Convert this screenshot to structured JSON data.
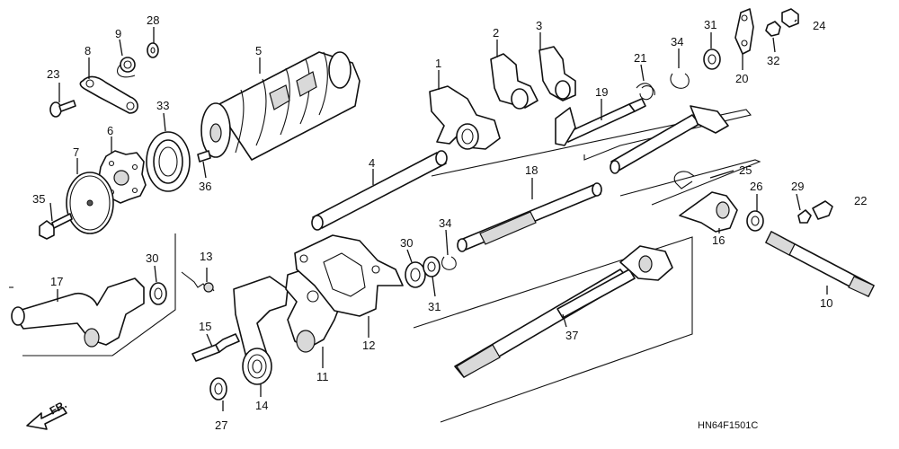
{
  "diagram_code": "HN64F1501C",
  "direction_label": "FR.",
  "callouts": {
    "c1": "1",
    "c2": "2",
    "c3": "3",
    "c4": "4",
    "c5": "5",
    "c6": "6",
    "c7": "7",
    "c8": "8",
    "c9": "9",
    "c10": "10",
    "c11": "11",
    "c12": "12",
    "c13": "13",
    "c14": "14",
    "c15": "15",
    "c16": "16",
    "c17": "17",
    "c18": "18",
    "c19": "19",
    "c20": "20",
    "c21": "21",
    "c22": "22",
    "c23": "23",
    "c24": "24",
    "c25": "25",
    "c26": "26",
    "c27": "27",
    "c28": "28",
    "c29": "29",
    "c30a": "30",
    "c30b": "30",
    "c31a": "31",
    "c31b": "31",
    "c32": "32",
    "c33": "33",
    "c34a": "34",
    "c34b": "34",
    "c35": "35",
    "c36": "36",
    "c37": "37"
  }
}
